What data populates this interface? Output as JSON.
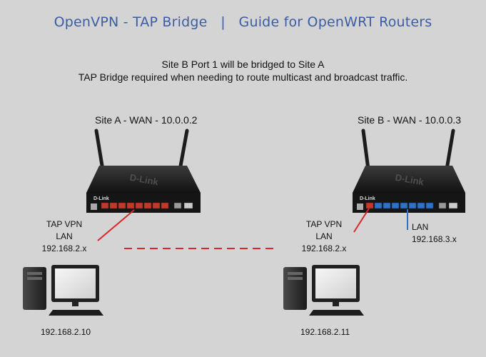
{
  "header": {
    "title": "OpenVPN - TAP Bridge   |   Guide for OpenWRT Routers",
    "subtitle_line1": "Site B Port 1 will be bridged to Site A",
    "subtitle_line2": "TAP Bridge required when needing to route multicast and broadcast traffic."
  },
  "site_a": {
    "label": "Site A - WAN - 10.0.0.2",
    "router_brand": "D-Link",
    "port_label": {
      "line1": "TAP VPN",
      "line2": "LAN",
      "line3": "192.168.2.x"
    },
    "computer_ip": "192.168.2.10"
  },
  "site_b": {
    "label": "Site B - WAN - 10.0.0.3",
    "router_brand": "D-Link",
    "port_label": {
      "line1": "TAP VPN",
      "line2": "LAN",
      "line3": "192.168.2.x"
    },
    "lan_label": {
      "line1": "LAN",
      "line2": "192.168.3.x"
    },
    "computer_ip": "192.168.2.11"
  },
  "colors": {
    "title": "#3b5da1",
    "tap_link": "#d9262b",
    "lan_link": "#2f6fc4",
    "background": "#d4d4d4"
  }
}
